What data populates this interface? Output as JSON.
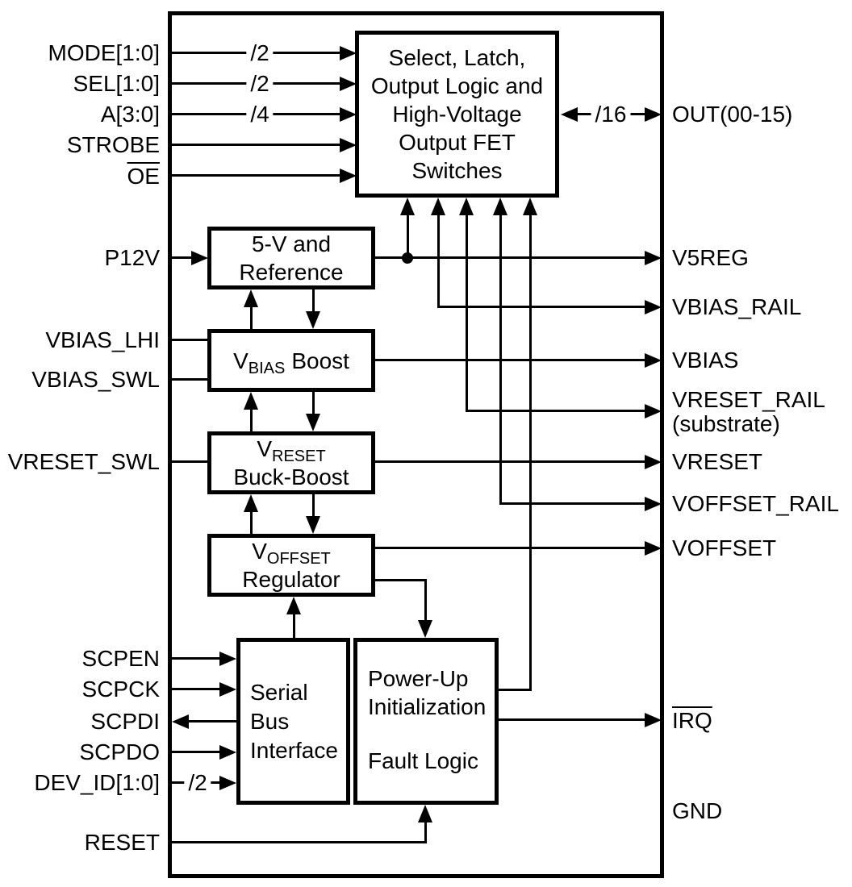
{
  "pins_left": {
    "mode": "MODE[1:0]",
    "sel": "SEL[1:0]",
    "a": "A[3:0]",
    "strobe": "STROBE",
    "oe": "OE",
    "p12v": "P12V",
    "vbias_lhi": "VBIAS_LHI",
    "vbias_swl": "VBIAS_SWL",
    "vreset_swl": "VRESET_SWL",
    "scpen": "SCPEN",
    "scpck": "SCPCK",
    "scpdi": "SCPDI",
    "scpdo": "SCPDO",
    "dev_id": "DEV_ID[1:0]",
    "reset": "RESET"
  },
  "pins_right": {
    "out": "OUT(00-15)",
    "v5reg": "V5REG",
    "vbias_rail": "VBIAS_RAIL",
    "vbias": "VBIAS",
    "vreset_rail": "VRESET_RAIL",
    "vreset_rail_note": "(substrate)",
    "vreset": "VRESET",
    "voffset_rail": "VOFFSET_RAIL",
    "voffset": "VOFFSET",
    "irq": "IRQ",
    "gnd": "GND"
  },
  "buses": {
    "mode": "/2",
    "sel": "/2",
    "a": "/4",
    "dev_id": "/2",
    "out": "/16"
  },
  "blocks": {
    "select": {
      "l1": "Select, Latch,",
      "l2": "Output Logic and",
      "l3": "High-Voltage",
      "l4": "Output FET",
      "l5": "Switches"
    },
    "ref5v": {
      "l1": "5-V and",
      "l2": "Reference"
    },
    "vbias_boost": {
      "v": "V",
      "sub": "BIAS",
      "rest": "Boost"
    },
    "vreset_buck": {
      "v": "V",
      "sub": "RESET",
      "l2": "Buck-Boost"
    },
    "voffset_reg": {
      "v": "V",
      "sub": "OFFSET",
      "l2": "Regulator"
    },
    "serial": {
      "l1": "Serial",
      "l2": "Bus",
      "l3": "Interface"
    },
    "powerup": {
      "l1": "Power-Up",
      "l2": "Initialization",
      "l3": "Fault Logic"
    }
  }
}
